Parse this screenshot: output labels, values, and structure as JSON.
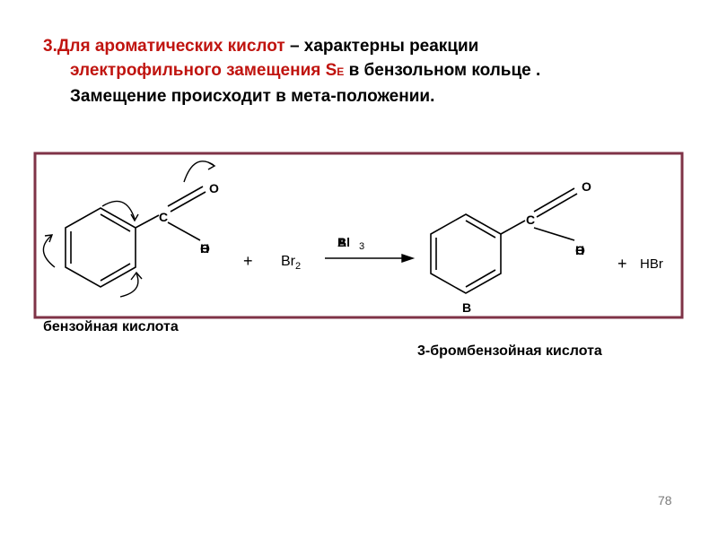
{
  "heading": {
    "part1_red": "3.Для ароматических кислот",
    "part1_black": " – характерны реакции",
    "line2_red": "электрофильного замещения S",
    "line2_sub": "E",
    "line2_black": " в бензольном кольце .",
    "line3": "Замещение происходит в мета-положении."
  },
  "scheme": {
    "reactant": {
      "C": "C",
      "O_top": "O",
      "O_bottom": "O",
      "H_overlap": "H"
    },
    "plus1": "+",
    "reagent_br": "Br",
    "reagent_sub": "2",
    "catalyst_a": "Al",
    "catalyst_b": "B",
    "catalyst_sub": "3",
    "product": {
      "C": "C",
      "O_top": "O",
      "O_bottom": "O",
      "H_overlap": "H",
      "Br_ring": "B"
    },
    "plus2": "+",
    "byproduct": "HBr"
  },
  "captions": {
    "reactant": "бензойная кислота",
    "product": "3-бромбензойная кислота"
  },
  "page_number": "78",
  "colors": {
    "frame": "#7f3347",
    "accent_red": "#c0140f"
  }
}
